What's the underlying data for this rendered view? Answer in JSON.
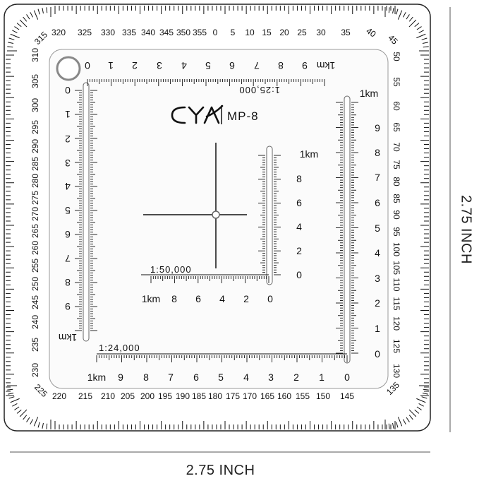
{
  "dimensions": {
    "width_label": "2.75 INCH",
    "height_label": "2.75 INCH"
  },
  "brand": {
    "logo_text": "CYA",
    "model": "MP-8"
  },
  "bezel": {
    "degrees_top": [
      320,
      325,
      330,
      335,
      340,
      345,
      350,
      355,
      0,
      5,
      10,
      15,
      20,
      25,
      30,
      35
    ],
    "degrees_right": [
      50,
      55,
      60,
      65,
      70,
      75,
      80,
      85,
      90,
      95,
      100,
      105,
      110,
      115,
      120,
      125,
      130
    ],
    "degrees_bottom": [
      220,
      215,
      210,
      205,
      200,
      195,
      190,
      185,
      180,
      175,
      170,
      165,
      160,
      155,
      150,
      145
    ],
    "degrees_left": [
      310,
      305,
      300,
      295,
      290,
      285,
      280,
      275,
      270,
      265,
      260,
      255,
      250,
      245,
      240,
      235,
      230
    ],
    "corner_labels": {
      "top_left": "315",
      "top_right": "45",
      "bottom_right": "135",
      "bottom_left": "225",
      "top_right_inner": "40"
    }
  },
  "scales": {
    "top": {
      "labels": [
        "0",
        "1",
        "2",
        "3",
        "4",
        "5",
        "6",
        "7",
        "8",
        "9",
        "1km"
      ],
      "ratio": "1:25,000"
    },
    "left": {
      "labels": [
        "0",
        "1",
        "2",
        "3",
        "4",
        "5",
        "6",
        "7",
        "8",
        "9",
        "1km"
      ]
    },
    "right": {
      "labels": [
        "0",
        "1",
        "2",
        "3",
        "4",
        "5",
        "6",
        "7",
        "8",
        "9",
        "1km"
      ]
    },
    "bottom": {
      "labels": [
        "0",
        "1",
        "2",
        "3",
        "4",
        "5",
        "6",
        "7",
        "8",
        "9",
        "1km"
      ],
      "ratio": "1:24,000"
    },
    "inner_vertical": {
      "labels": [
        "0",
        "2",
        "4",
        "6",
        "8",
        "1km"
      ]
    },
    "inner_horizontal": {
      "labels": [
        "0",
        "2",
        "4",
        "6",
        "8",
        "1km"
      ],
      "ratio": "1:50,000"
    }
  }
}
